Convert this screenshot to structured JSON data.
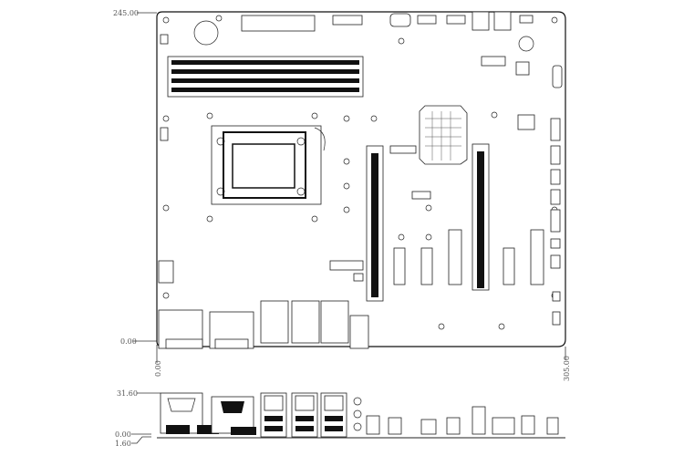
{
  "dimensions": {
    "top_y": "245.00",
    "origin_y": "0.00",
    "origin_x": "0.00",
    "right_x": "305.00",
    "io_height": "31.60",
    "io_base": "0.00",
    "io_offset": "1.60"
  }
}
